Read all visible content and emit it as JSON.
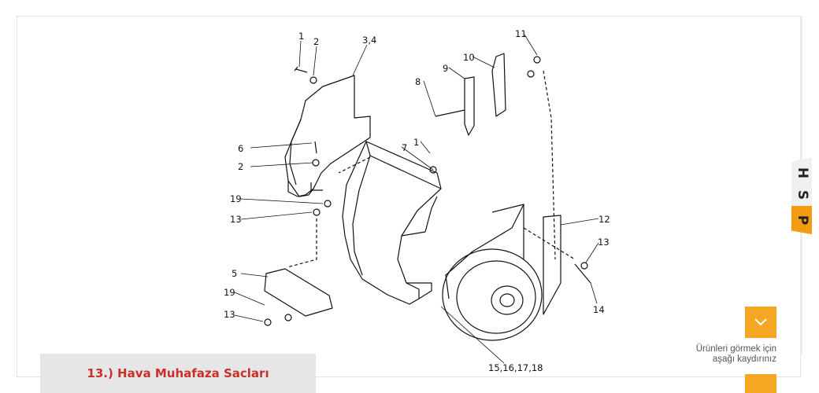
{
  "diagram": {
    "callouts": {
      "c1_top": "1",
      "c2_top": "2",
      "c34": "3,4",
      "c6": "6",
      "c2_mid": "2",
      "c19_mid": "19",
      "c13_mid": "13",
      "c5": "5",
      "c19_bot": "19",
      "c13_bot": "13",
      "c8": "8",
      "c9": "9",
      "c10": "10",
      "c11": "11",
      "c7": "7",
      "c1_mid": "1",
      "c12": "12",
      "c13_right": "13",
      "c14": "14",
      "c15_18": "15,16,17,18"
    }
  },
  "caption": {
    "title": "13.) Hava Muhafaza Sacları"
  },
  "side_tab": {
    "letters": [
      "H",
      "S",
      "P"
    ],
    "accent": "#f39c12"
  },
  "scroll_hint": {
    "line1": "Ürünleri görmek için",
    "line2": "aşağı kaydırınız",
    "icon": "chevron-down-icon",
    "accent": "#f5a623"
  }
}
